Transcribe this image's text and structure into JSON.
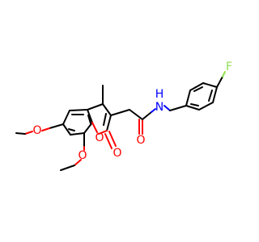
{
  "molecule": {
    "atoms": {
      "o_ring": "O",
      "o_carbonyl": "O",
      "o_amide": "O",
      "o_methoxy7": "O",
      "o_methoxy8": "O",
      "n_amide_n": "N",
      "n_amide_h": "H",
      "f_fluoro": "F"
    },
    "colors": {
      "carbon": "#000000",
      "oxygen": "#ff0000",
      "nitrogen": "#0000ff",
      "fluorine": "#90e050"
    }
  }
}
